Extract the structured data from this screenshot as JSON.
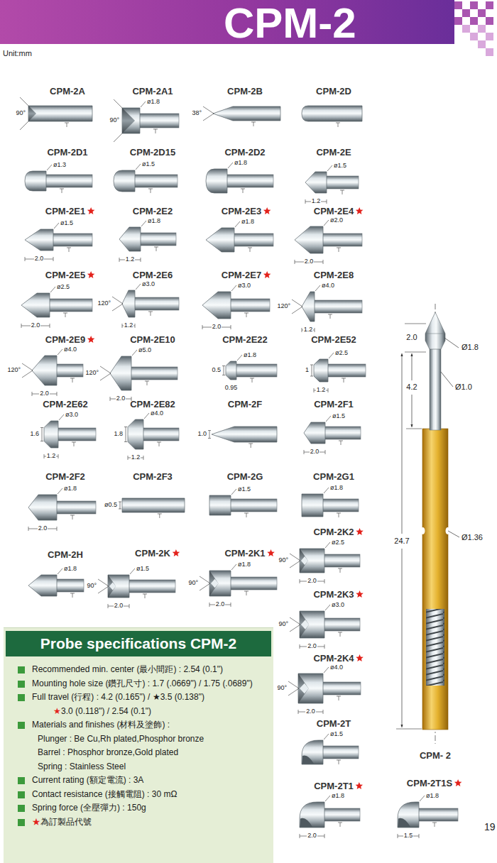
{
  "diagram": {
    "title": "CPM-2",
    "nodes": [
      {
        "text": [
          "Probe specifications CPM-2",
          "Recommended min. center (最小間距) : 2.54 (0.1\")",
          "Mounting hole size (鑽孔尺寸) : 1.7 (.0669\") / 1.75 (.0689\")",
          "Full travel (行程) : 4.2 (0.165\") / ★3.5 (0.138\")",
          "★3.0 (0.118\") / 2.54 (0.1\")",
          "Materials and finishes (材料及塗飾) :",
          "Plunger : Be Cu,Rh plated,Phosphor bronze",
          "Barrel : Phosphor bronze,Gold plated",
          "Spring : Stainless Steel",
          "Current rating (額定電流) : 3A",
          "Contact resistance (接觸電阻) : 30 mΩ",
          "Spring force (全壓彈力) : 150g",
          "★為訂製品代號"
        ]
      }
    ],
    "labels": [
      "Unit:mm",
      "CPM-2A",
      "90°",
      "CPM-2A1",
      "ø1.8",
      "90°",
      "CPM-2B",
      "38°",
      "CPM-2D",
      "CPM-2D1",
      "ø1.3",
      "CPM-2D15",
      "ø1.5",
      "CPM-2D2",
      "ø1.8",
      "CPM-2E",
      "ø1.5",
      "1.2",
      "CPM-2E1",
      "ø1.5",
      "2.0",
      "CPM-2E2",
      "ø1.8",
      "1.2",
      "CPM-2E3",
      "ø1.8",
      "CPM-2E4",
      "ø2.0",
      "2.0",
      "CPM-2E5",
      "ø2.5",
      "2.0",
      "CPM-2E6",
      "ø3.0",
      "120°",
      "1.2",
      "CPM-2E7",
      "ø3.0",
      "2.0",
      "CPM-2E8",
      "ø4.0",
      "120°",
      "1.2",
      "CPM-2E9",
      "ø4.0",
      "120°",
      "2.0",
      "CPM-2E10",
      "ø5.0",
      "120°",
      "2.0",
      "CPM-2E22",
      "ø1.8",
      "0.5",
      "0.95",
      "CPM-2E52",
      "ø2.5",
      "1",
      "1.2",
      "CPM-2E62",
      "ø3.0",
      "1.6",
      "1.2",
      "CPM-2E82",
      "ø4.0",
      "1.8",
      "1.2",
      "CPM-2F",
      "1.0",
      "CPM-2F1",
      "ø1.5",
      "2.0",
      "CPM-2F2",
      "ø1.8",
      "2.0",
      "CPM-2F3",
      "ø0.5",
      "CPM-2G",
      "ø1.5",
      "CPM-2G1",
      "ø1.8",
      "CPM-2H",
      "ø1.8",
      "CPM-2K",
      "ø1.5",
      "90°",
      "2.0",
      "CPM-2K1",
      "ø1.8",
      "90°",
      "2.0",
      "CPM-2K2",
      "ø2.5",
      "90°",
      "2.0",
      "CPM-2K3",
      "ø3.0",
      "90°",
      "2.0",
      "CPM-2K4",
      "ø4.0",
      "90°",
      "2.0",
      "CPM-2T",
      "ø1.5",
      "CPM-2T1",
      "ø1.8",
      "2.0",
      "CPM-2T1S",
      "ø1.8",
      "1.5",
      "2.0",
      "4.2",
      "Ø1.8",
      "Ø1.0",
      "24.7",
      "Ø1.36",
      "CPM- 2",
      "19"
    ]
  }
}
